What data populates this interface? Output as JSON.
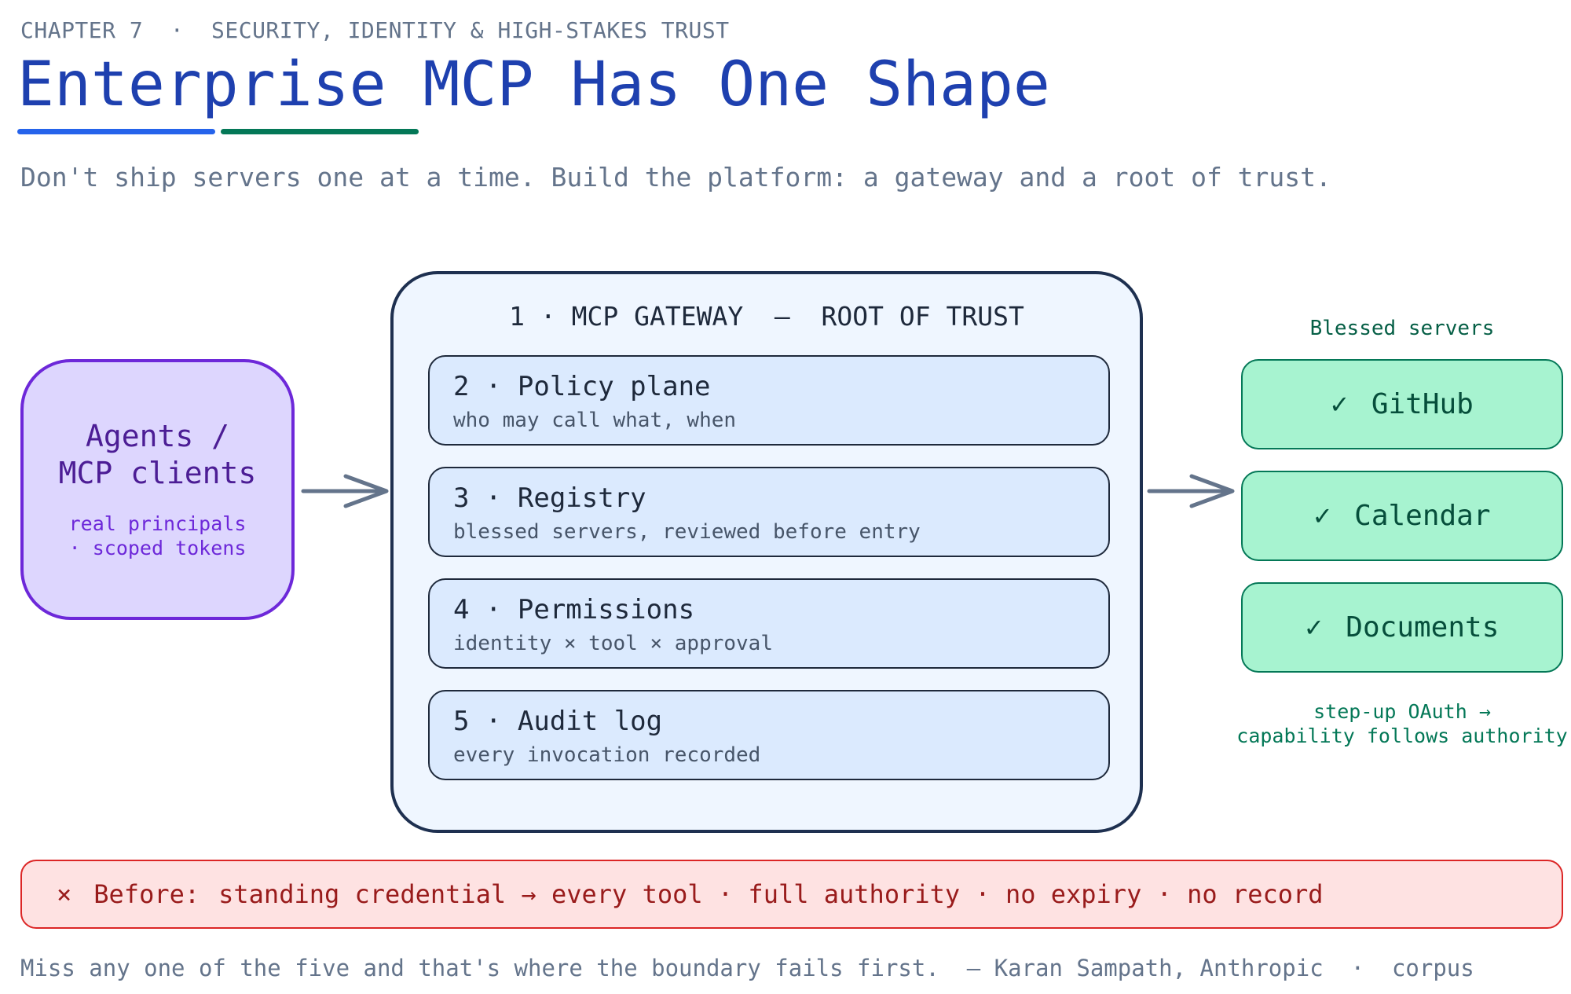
{
  "header": {
    "kicker": "CHAPTER 7  ·  SECURITY, IDENTITY & HIGH-STAKES TRUST",
    "title": "Enterprise MCP Has One Shape",
    "subtitle": "Don't ship servers one at a time. Build the platform: a gateway and a root of trust."
  },
  "agents": {
    "title": "Agents /\nMCP clients",
    "subtitle": "real principals\n· scoped tokens"
  },
  "gateway": {
    "title": "1 · MCP GATEWAY  —  ROOT OF TRUST",
    "layers": [
      {
        "name": "2 · Policy plane",
        "desc": "who may call what, when"
      },
      {
        "name": "3 · Registry",
        "desc": "blessed servers, reviewed before entry"
      },
      {
        "name": "4 · Permissions",
        "desc": "identity × tool × approval"
      },
      {
        "name": "5 · Audit log",
        "desc": "every invocation recorded"
      }
    ]
  },
  "servers": {
    "label": "Blessed servers",
    "check_glyph": "✓",
    "items": [
      "GitHub",
      "Calendar",
      "Documents"
    ],
    "note": "step-up OAuth →\ncapability follows authority"
  },
  "before": {
    "icon": "×",
    "label": "Before:",
    "text": "standing credential → every tool · full authority · no expiry · no record"
  },
  "footer": {
    "text": "Miss any one of the five and that's where the boundary fails first.  — Karan Sampath, Anthropic  ·  corpus"
  },
  "colors": {
    "title_blue": "#1e40af",
    "underline_blue": "#2563eb",
    "underline_green": "#047857",
    "agents_fill": "#ddd6fe",
    "agents_border": "#6d28d9",
    "gateway_fill": "#eff6ff",
    "layer_fill": "#dbeafe",
    "server_fill": "#a7f3d0",
    "before_fill": "#fee2e2",
    "before_text": "#991b1b",
    "arrow": "#64748b"
  }
}
